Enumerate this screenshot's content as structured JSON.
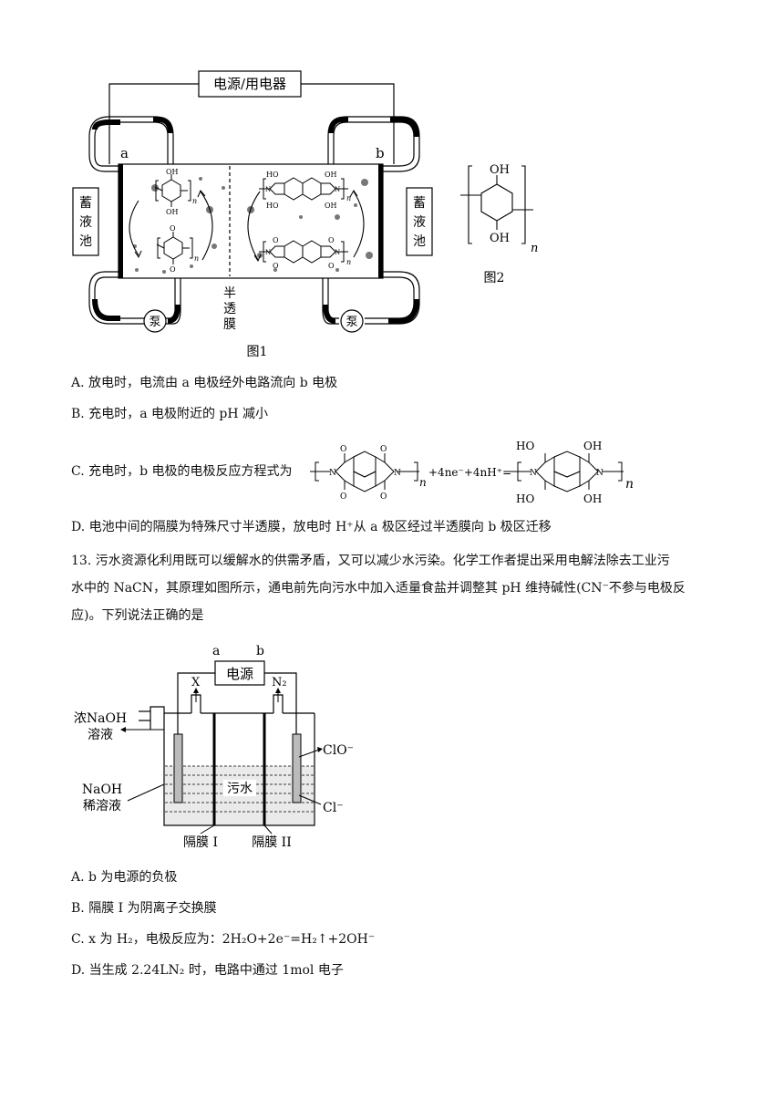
{
  "fig1": {
    "power_label": "电源/用电器",
    "electrode_a": "a",
    "electrode_b": "b",
    "tank_left": "蓄液池",
    "tank_right": "蓄液池",
    "pump_left": "泵",
    "pump_right": "泵",
    "membrane_label": "半透膜",
    "caption": "图1",
    "sub_n": "n",
    "oh": "OH",
    "o": "O",
    "n_atom": "N"
  },
  "fig2": {
    "oh_top": "OH",
    "oh_bottom": "OH",
    "sub_n": "n",
    "caption": "图2"
  },
  "q12": {
    "options": [
      "A. 放电时，电流由 a 电极经外电路流向 b 电极",
      "B. 充电时，a 电极附近的 pH 减小",
      "C. 充电时，b 电极的电极反应方程式为",
      "D. 电池中间的隔膜为特殊尺寸半透膜，放电时 H⁺从 a 极区经过半透膜向 b 极区迁移"
    ],
    "c_equation_mid": "+4ne⁻+4nH⁺=",
    "c_n": "n",
    "c_ho": "HO",
    "c_oh": "OH",
    "c_o": "O",
    "c_n_atom": "N"
  },
  "q13": {
    "stem": [
      "13. 污水资源化利用既可以缓解水的供需矛盾，又可以减少水污染。化学工作者提出采用电解法除去工业污",
      "水中的 NaCN，其原理如图所示，通电前先向污水中加入适量食盐并调整其 pH 维持碱性(CN⁻不参与电极反",
      "应)。下列说法正确的是"
    ],
    "fig": {
      "label_a": "a",
      "label_b": "b",
      "power": "电源",
      "gas_x": "X",
      "gas_n2": "N₂",
      "conc_naoh_1": "浓NaOH",
      "conc_naoh_2": "溶液",
      "dilute_naoh_1": "NaOH",
      "dilute_naoh_2": "稀溶液",
      "sewage": "污水",
      "clo": "ClO⁻",
      "cl": "Cl⁻",
      "membrane_1": "隔膜 I",
      "membrane_2": "隔膜 II"
    },
    "options": [
      "A. b 为电源的负极",
      "B. 隔膜 I 为阴离子交换膜",
      "C. x 为 H₂，电极反应为：2H₂O+2e⁻=H₂↑+2OH⁻",
      "D. 当生成 2.24LN₂ 时，电路中通过 1mol 电子"
    ]
  }
}
